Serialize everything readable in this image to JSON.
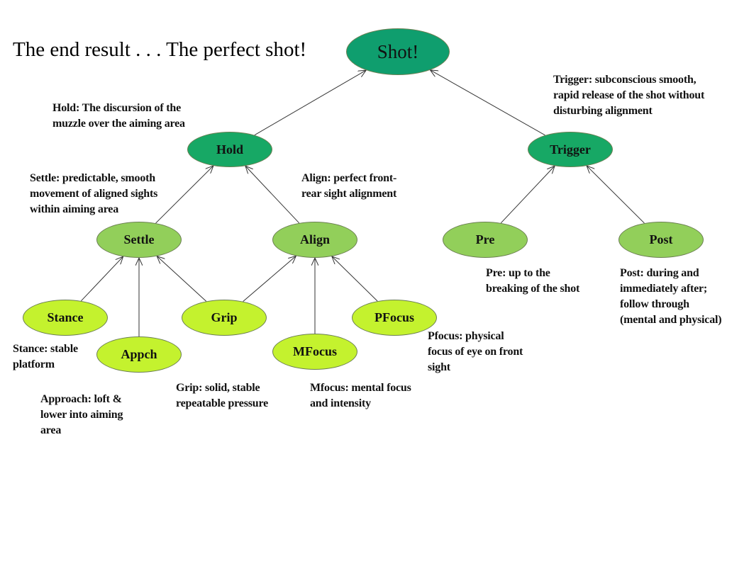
{
  "headline": "The end result . . . The perfect shot!",
  "colors": {
    "root_fill": "#0f9e6e",
    "level1_fill": "#17a865",
    "level2_fill": "#92cf5a",
    "leaf_fill": "#c4f22e",
    "edge": "#333333"
  },
  "nodes": {
    "shot": "Shot!",
    "hold": "Hold",
    "trigger": "Trigger",
    "settle": "Settle",
    "align": "Align",
    "pre": "Pre",
    "post": "Post",
    "stance": "Stance",
    "appch": "Appch",
    "grip": "Grip",
    "mfocus": "MFocus",
    "pfocus": "PFocus"
  },
  "edges": [
    [
      "hold",
      "shot"
    ],
    [
      "trigger",
      "shot"
    ],
    [
      "settle",
      "hold"
    ],
    [
      "align",
      "hold"
    ],
    [
      "pre",
      "trigger"
    ],
    [
      "post",
      "trigger"
    ],
    [
      "stance",
      "settle"
    ],
    [
      "appch",
      "settle"
    ],
    [
      "grip",
      "settle"
    ],
    [
      "grip",
      "align"
    ],
    [
      "mfocus",
      "align"
    ],
    [
      "pfocus",
      "align"
    ]
  ],
  "notes": {
    "hold": "Hold:  The discursion of the\nmuzzle over the aiming area",
    "trigger": "Trigger:  subconscious smooth,\nrapid release of the shot without\ndisturbing alignment",
    "settle": "Settle:  predictable, smooth\nmovement of aligned sights\nwithin aiming area",
    "align": "Align:  perfect front-\nrear sight alignment",
    "pre": "Pre:  up to the\nbreaking of the shot",
    "post": "Post:  during and\nimmediately after;\nfollow through\n(mental and physical)",
    "stance": "Stance:  stable\nplatform",
    "approach": "Approach:  loft &\nlower into aiming\narea",
    "grip": "Grip:  solid, stable\nrepeatable pressure",
    "mfocus": "Mfocus:  mental focus\nand intensity",
    "pfocus": "Pfocus:  physical\nfocus of eye on front\nsight"
  }
}
